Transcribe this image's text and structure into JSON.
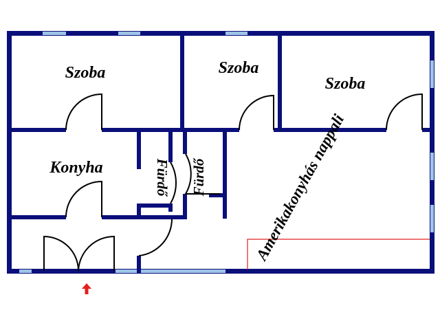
{
  "rooms": {
    "room_1": "Szoba",
    "room_2": "Szoba",
    "room_3": "Szoba",
    "kitchen": "Konyha",
    "bath_1": "Fürdő",
    "bath_2": "Fürdő",
    "living": "Amerikakonyhás nappali"
  },
  "colors": {
    "wall": "#0b0f7a",
    "window": "#9ec4e8",
    "door": "#000000",
    "counter": "#e32020",
    "entrance_arrow": "#e32020",
    "background": "#ffffff"
  },
  "icons": {
    "entrance": "arrow-up-icon"
  }
}
